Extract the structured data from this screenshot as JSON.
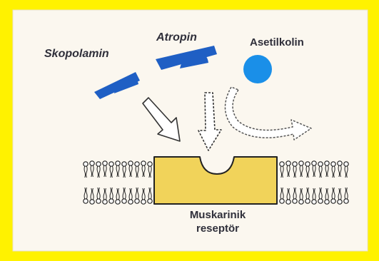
{
  "colors": {
    "yellow_border": "#fff200",
    "panel": "#fbf7ef",
    "antagonist_blue": "#1f5fc4",
    "agonist_blue": "#1a8fe8",
    "receptor_fill": "#f1d35a",
    "outline": "#222222",
    "label_text": "#2f2f3a"
  },
  "labels": {
    "skopolamin": "Skopolamin",
    "atropin": "Atropin",
    "asetilkolin": "Asetilkolin",
    "receptor_line1": "Muskarinik",
    "receptor_line2": "reseptör"
  },
  "icons": {
    "skopolamin_shape": "antagonist-wedge",
    "atropin_shape": "antagonist-wedge",
    "asetilkolin_shape": "agonist-circle",
    "arrows": [
      "arrow-down",
      "arrow-down",
      "arrow-curved-right"
    ],
    "membrane": "phospholipid-bilayer"
  }
}
